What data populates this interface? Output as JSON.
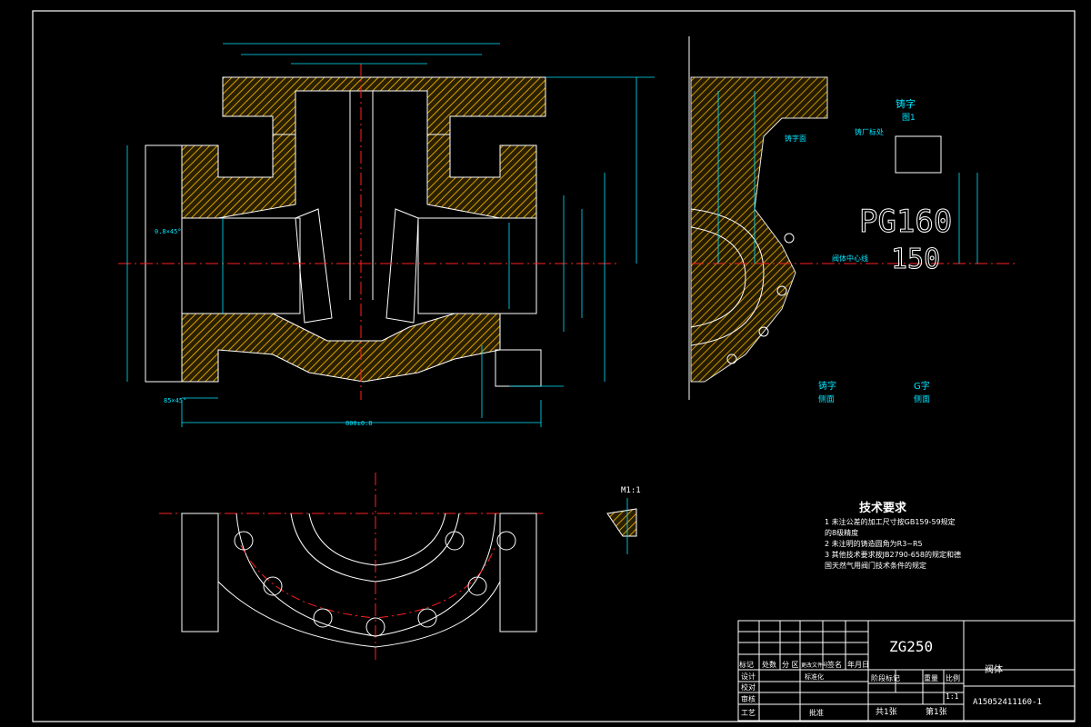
{
  "drawing": {
    "material": "ZG250",
    "part_name": "阀体",
    "drawing_number": "A15052411160-1",
    "scale": "1:1",
    "sheet_total": "共1张",
    "sheet_index": "第1张"
  },
  "title_block": {
    "header_row": [
      "标记",
      "处数",
      "分 区",
      "更改文件号",
      "签名",
      "年月日"
    ],
    "stage_label": "阶段标记",
    "weight_label": "重量",
    "scale_label": "比例",
    "rows": [
      "设计",
      "标准化",
      "校对",
      "审核",
      "工艺",
      "批准"
    ]
  },
  "tech_requirements": {
    "title": "技术要求",
    "items": [
      "1  未注公差的加工尺寸按GB159-59规定",
      "的8级精度",
      "2 未注明的铸造圆角为R3~R5",
      "3  其他技术要求按JB2790-658的规定和德",
      "国天然气用阀门技术条件的规定"
    ]
  },
  "annotations": {
    "casting_letters_title": "铸字",
    "casting_letters_sub": "图1",
    "casting_mark": "铸厂标处",
    "casting_word_flat": "铸字面",
    "big_letters_1": "PG160",
    "big_letters_2": "150",
    "body_center_line": "阀体中心线",
    "section_view_1": "铸字",
    "section_view_1_sub": "侧面",
    "section_view_2": "G字",
    "section_view_2_sub": "侧面",
    "detail_label": "M1:1",
    "outer_width_dim": "800±0.8"
  },
  "colors": {
    "background": "#000000",
    "outline": "#ffffff",
    "hatch": "#d4a000",
    "dimension": "#00e5ff",
    "center_line": "#ff2020",
    "text": "#ffffff",
    "frame": "#ffffff"
  }
}
